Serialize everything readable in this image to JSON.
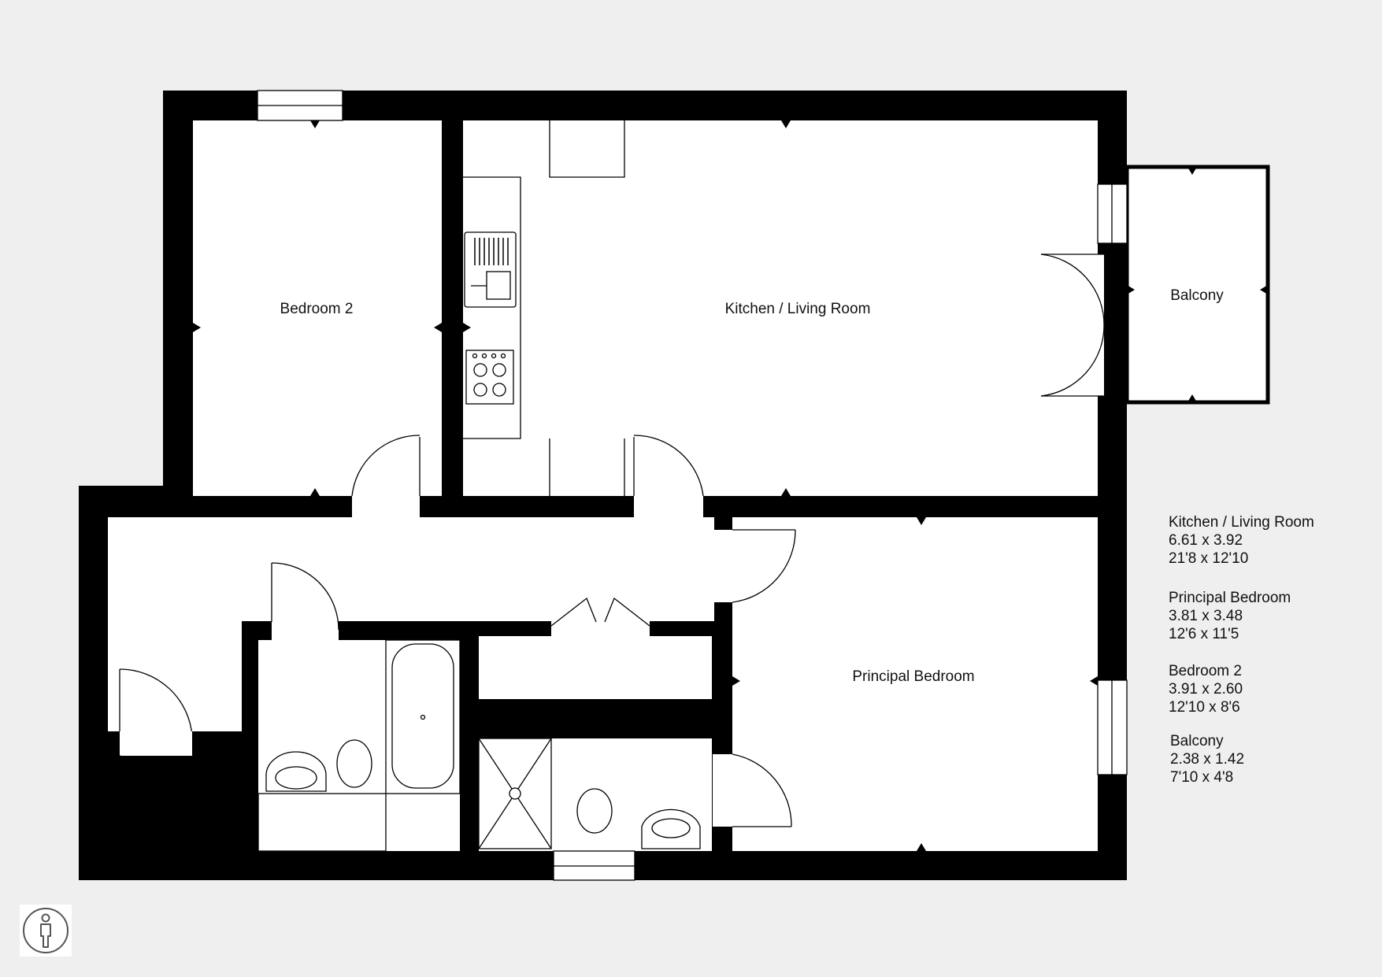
{
  "rooms": {
    "bedroom2": "Bedroom 2",
    "kitchen_living": "Kitchen / Living Room",
    "balcony": "Balcony",
    "principal_bedroom": "Principal Bedroom"
  },
  "legend": [
    {
      "name": "Kitchen / Living Room",
      "metric": "6.61 x 3.92",
      "imperial": "21'8 x 12'10"
    },
    {
      "name": "Principal Bedroom",
      "metric": "3.81 x 3.48",
      "imperial": "12'6 x 11'5"
    },
    {
      "name": "Bedroom 2",
      "metric": "3.91 x 2.60",
      "imperial": "12'10 x 8'6"
    },
    {
      "name": "Balcony",
      "metric": "2.38 x 1.42",
      "imperial": "7'10 x 4'8"
    }
  ],
  "icons": {
    "info": "person-info-icon"
  },
  "colors": {
    "background": "#efefef",
    "walls": "#000000",
    "floor": "#ffffff"
  }
}
